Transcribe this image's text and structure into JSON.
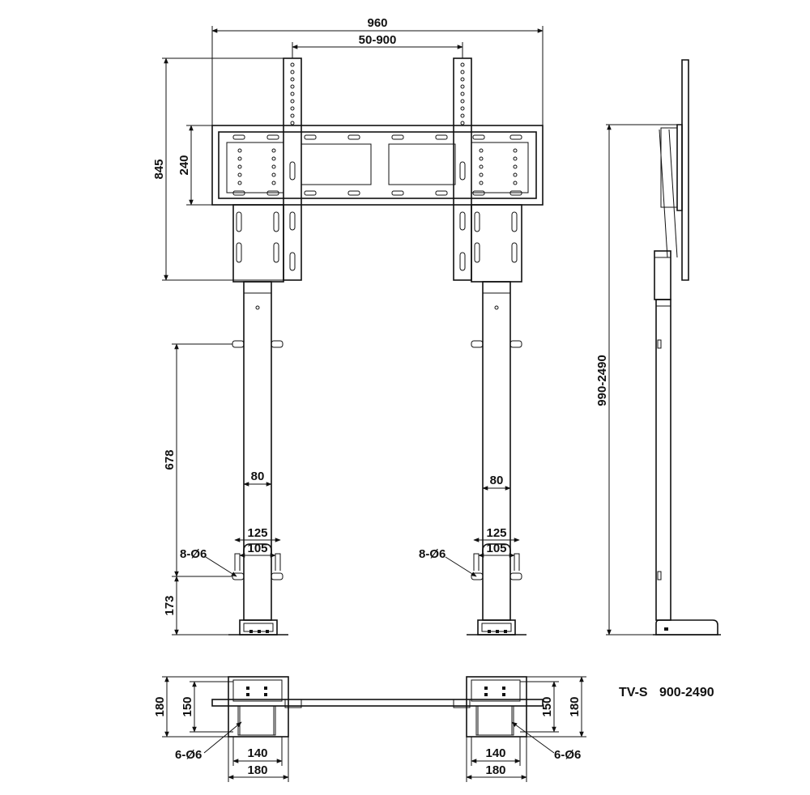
{
  "dimensions": {
    "overall_width": "960",
    "mount_range": "50-900",
    "mount_height": "845",
    "bracket_height": "240",
    "column_span": "678",
    "column_width_left": "80",
    "column_width_right": "80",
    "plate_outer_left": "125",
    "plate_inner_left": "105",
    "plate_outer_right": "125",
    "plate_inner_right": "105",
    "holes_left": "8-Ø6",
    "holes_right": "8-Ø6",
    "base_height": "173",
    "side_height_range": "990-2490",
    "foot_depth_left": "180",
    "foot_inner_left": "150",
    "foot_depth_right": "180",
    "foot_inner_right": "150",
    "foot_holes_left": "6-Ø6",
    "foot_holes_right": "6-Ø6",
    "foot_inner_width_left": "140",
    "foot_outer_width_left": "180",
    "foot_inner_width_right": "140",
    "foot_outer_width_right": "180"
  },
  "model": {
    "name": "TV-S",
    "range": "900-2490"
  }
}
